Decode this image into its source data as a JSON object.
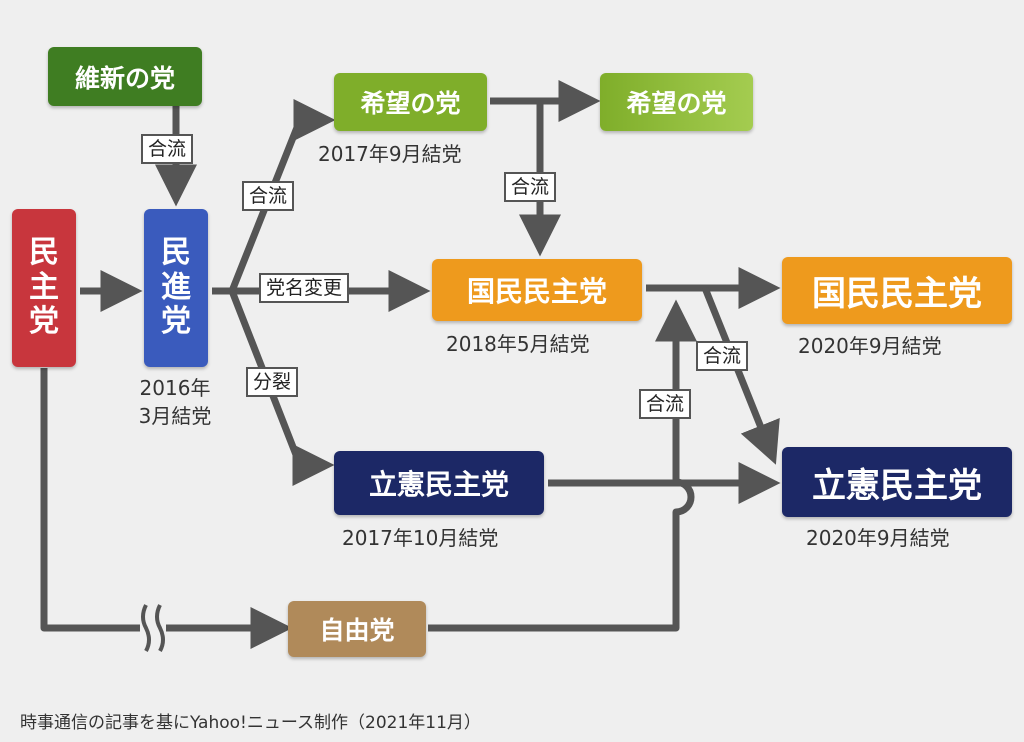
{
  "nodes": {
    "ishin": "維新の党",
    "minshu": [
      "民",
      "主",
      "党"
    ],
    "minshin": [
      "民",
      "進",
      "党"
    ],
    "kibo_2017": "希望の党",
    "kibo_new": "希望の党",
    "kokumin_2018": "国民民主党",
    "kokumin_2020": "国民民主党",
    "rikken_2017": "立憲民主党",
    "rikken_2020": "立憲民主党",
    "jiyu": "自由党"
  },
  "dates": {
    "minshin": [
      "2016年",
      "3月結党"
    ],
    "kibo": "2017年9月結党",
    "kokumin_2018": "2018年5月結党",
    "kokumin_2020": "2020年9月結党",
    "rikken_2017": "2017年10月結党",
    "rikken_2020": "2020年9月結党"
  },
  "labels": {
    "ishin_merge": "合流",
    "to_kibo": "合流",
    "kibo_merge": "合流",
    "rename": "党名変更",
    "split": "分裂",
    "jiyu_merge": "合流",
    "to_rikken": "合流"
  },
  "colors": {
    "ishin": "#3f7d22",
    "minshu": "#c8363d",
    "minshin": "#3a5bbd",
    "kibo": "#7fae2a",
    "kibo_new": "#8ebd3a",
    "kokumin": "#ee9a1d",
    "rikken": "#1c2866",
    "jiyu": "#b08a5a",
    "line": "#555555"
  },
  "footer": "時事通信の記事を基にYahoo!ニュース制作（2021年11月）"
}
